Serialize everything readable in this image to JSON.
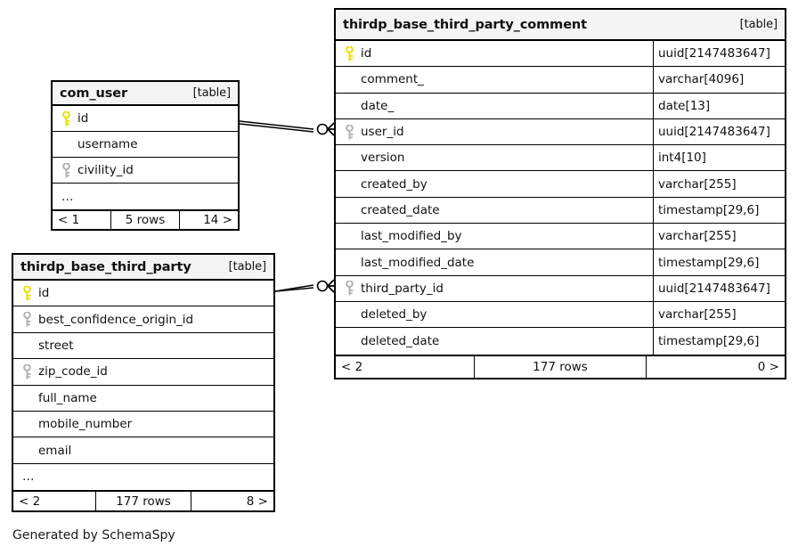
{
  "diagram": {
    "generator_caption": "Generated by SchemaSpy",
    "table_tag": "[table]",
    "ellipsis": "…",
    "colors": {
      "primary_key_icon": "#e9e000",
      "foreign_key_icon": "#b3b3b3",
      "header_background": "#f4f4f4",
      "border": "#000000",
      "background": "#ffffff"
    }
  },
  "tables": {
    "comment": {
      "name": "thirdp_base_third_party_comment",
      "tag": "[table]",
      "columns": [
        {
          "key": "primary",
          "name": "id",
          "type": "uuid[2147483647]"
        },
        {
          "key": "none",
          "name": "comment_",
          "type": "varchar[4096]"
        },
        {
          "key": "none",
          "name": "date_",
          "type": "date[13]"
        },
        {
          "key": "foreign",
          "name": "user_id",
          "type": "uuid[2147483647]"
        },
        {
          "key": "none",
          "name": "version",
          "type": "int4[10]"
        },
        {
          "key": "none",
          "name": "created_by",
          "type": "varchar[255]"
        },
        {
          "key": "none",
          "name": "created_date",
          "type": "timestamp[29,6]"
        },
        {
          "key": "none",
          "name": "last_modified_by",
          "type": "varchar[255]"
        },
        {
          "key": "none",
          "name": "last_modified_date",
          "type": "timestamp[29,6]"
        },
        {
          "key": "foreign",
          "name": "third_party_id",
          "type": "uuid[2147483647]"
        },
        {
          "key": "none",
          "name": "deleted_by",
          "type": "varchar[255]"
        },
        {
          "key": "none",
          "name": "deleted_date",
          "type": "timestamp[29,6]"
        }
      ],
      "footer": {
        "prev": "< 2",
        "rows": "177 rows",
        "next": "0 >"
      }
    },
    "user": {
      "name": "com_user",
      "tag": "[table]",
      "columns": [
        {
          "key": "primary",
          "name": "id",
          "type": ""
        },
        {
          "key": "none",
          "name": "username",
          "type": ""
        },
        {
          "key": "foreign",
          "name": "civility_id",
          "type": ""
        },
        {
          "key": "none",
          "name": "…",
          "type": ""
        }
      ],
      "footer": {
        "prev": "< 1",
        "rows": "5 rows",
        "next": "14 >"
      }
    },
    "third_party": {
      "name": "thirdp_base_third_party",
      "tag": "[table]",
      "columns": [
        {
          "key": "primary",
          "name": "id",
          "type": ""
        },
        {
          "key": "foreign",
          "name": "best_confidence_origin_id",
          "type": ""
        },
        {
          "key": "none",
          "name": "street",
          "type": ""
        },
        {
          "key": "foreign",
          "name": "zip_code_id",
          "type": ""
        },
        {
          "key": "none",
          "name": "full_name",
          "type": ""
        },
        {
          "key": "none",
          "name": "mobile_number",
          "type": ""
        },
        {
          "key": "none",
          "name": "email",
          "type": ""
        },
        {
          "key": "none",
          "name": "…",
          "type": ""
        }
      ],
      "footer": {
        "prev": "< 2",
        "rows": "177 rows",
        "next": "8 >"
      }
    }
  },
  "relationships": [
    {
      "from": "com_user.id",
      "to": "thirdp_base_third_party_comment.user_id",
      "from_cardinality": "one",
      "to_cardinality": "zero-or-many"
    },
    {
      "from": "thirdp_base_third_party.id",
      "to": "thirdp_base_third_party_comment.third_party_id",
      "from_cardinality": "one",
      "to_cardinality": "zero-or-many"
    }
  ]
}
